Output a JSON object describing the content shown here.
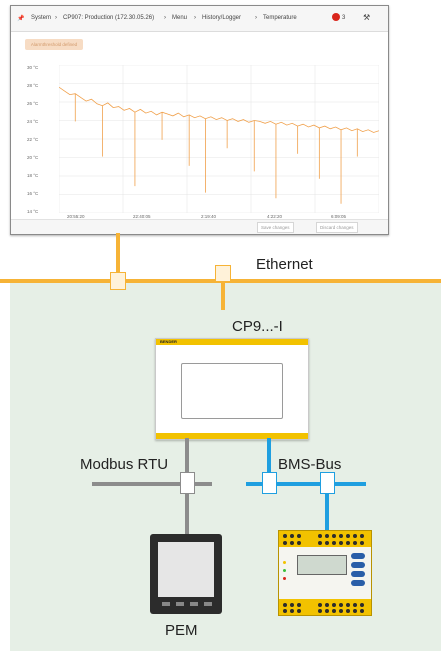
{
  "screen": {
    "breadcrumb": [
      "System",
      "CP907: Production (172.30.05.26)",
      "Menu",
      "History/Logger",
      "Temperature"
    ],
    "alert_count": "3",
    "pill_label": "Alarmthreshold defined",
    "y_ticks": [
      "30 °C",
      "28 °C",
      "26 °C",
      "24 °C",
      "22 °C",
      "20 °C",
      "18 °C",
      "16 °C",
      "14 °C"
    ],
    "x_ticks": [
      "20:55:20",
      "22:40:05",
      "2:19:40",
      "4:22:20",
      "6:09:05"
    ],
    "save_label": "Save changes",
    "discard_label": "Discard changes"
  },
  "labels": {
    "ethernet": "Ethernet",
    "controller": "CP9...-I",
    "modbus": "Modbus RTU",
    "bms": "BMS-Bus",
    "pem": "PEM",
    "brand": "BENDER"
  },
  "colors": {
    "ethernet": "#f6b336",
    "modbus": "#8c8c8c",
    "bms": "#1f9fe0",
    "background": "#e6efe6",
    "device_yellow": "#f2c200"
  },
  "chart_data": {
    "type": "line",
    "title": "",
    "xlabel": "",
    "ylabel": "",
    "ylim": [
      14,
      30
    ],
    "x_ticks": [
      "20:55:20",
      "22:40:05",
      "2:19:40",
      "4:22:20",
      "6:09:05"
    ],
    "y_unit": "°C",
    "series": [
      {
        "values": [
          27.6,
          27.2,
          26.8,
          26.9,
          26.5,
          26.1,
          26.3,
          25.8,
          25.6,
          25.9,
          25.4,
          25.5,
          25.1,
          25.3,
          24.9,
          25.2,
          24.8,
          25.0,
          24.6,
          24.9,
          24.7,
          24.5,
          24.8,
          24.4,
          24.6,
          24.3,
          24.5,
          24.2,
          24.4,
          24.1,
          24.3,
          24.0,
          24.2,
          23.9,
          24.1,
          23.8,
          24.0,
          23.9,
          23.7,
          23.9,
          23.6,
          23.8,
          23.5,
          23.7,
          23.4,
          23.6,
          23.3,
          23.5,
          23.2,
          23.4,
          23.1,
          23.3,
          23.0,
          23.2,
          22.9,
          23.1,
          22.8,
          23.0,
          22.7,
          22.9
        ]
      }
    ]
  }
}
